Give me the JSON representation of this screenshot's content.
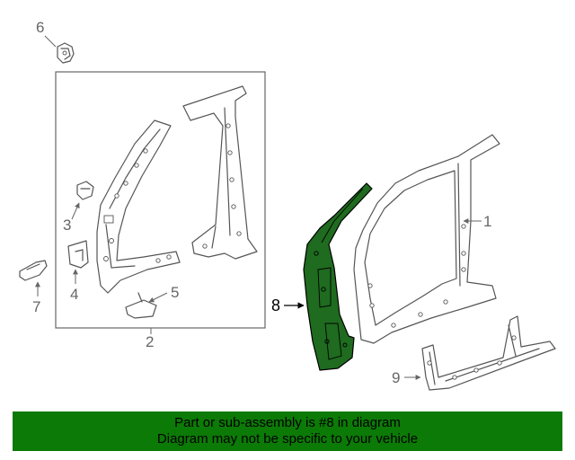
{
  "callouts": {
    "c1": "1",
    "c2": "2",
    "c3": "3",
    "c4": "4",
    "c5": "5",
    "c6": "6",
    "c7": "7",
    "c8": "8",
    "c9": "9"
  },
  "highlighted_part": "8",
  "colors": {
    "highlight_fill": "#1f6b1f",
    "banner_background": "#0c7a06",
    "line_art": "#555555"
  },
  "banner": {
    "line1": "Part or sub-assembly is #8 in diagram",
    "line2": "Diagram may not be specific to your vehicle"
  }
}
